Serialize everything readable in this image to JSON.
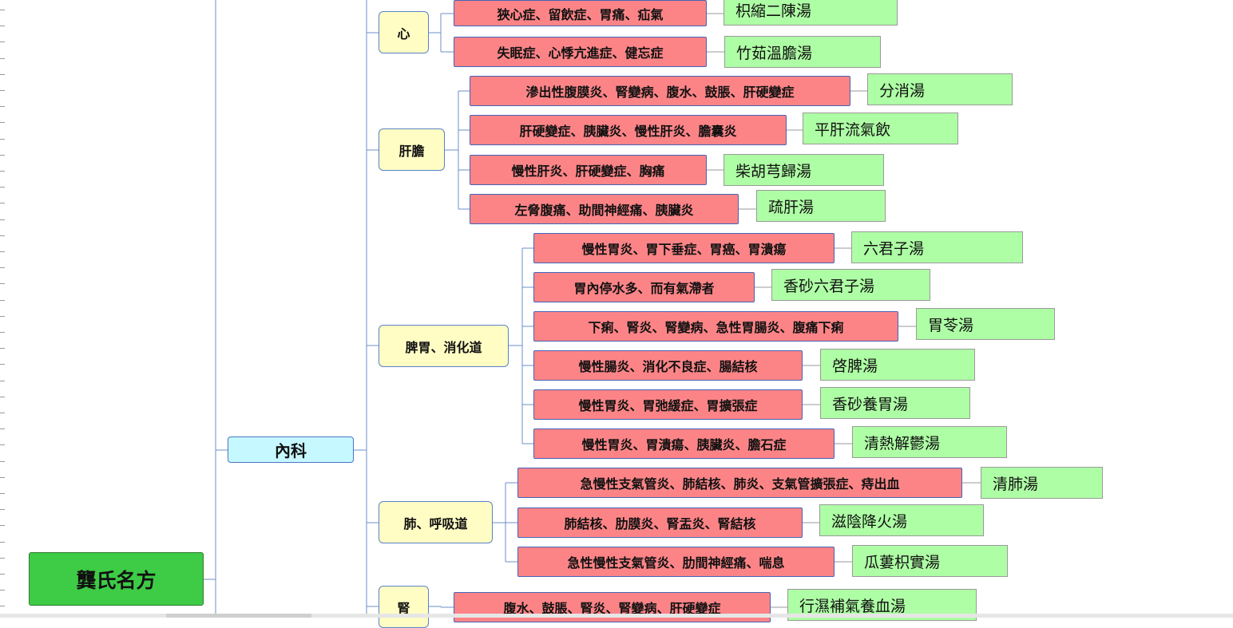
{
  "mindmap": {
    "root": "龔氏名方",
    "main": "內科",
    "categories": [
      {
        "name": "心",
        "items": [
          {
            "condition": "狹心症、留飲症、胃痛、疝氣",
            "formula": "枳縮二陳湯"
          },
          {
            "condition": "失眠症、心悸亢進症、健忘症",
            "formula": "竹茹溫膽湯"
          }
        ]
      },
      {
        "name": "肝膽",
        "items": [
          {
            "condition": "滲出性腹膜炎、腎變病、腹水、鼓脹、肝硬變症",
            "formula": "分消湯"
          },
          {
            "condition": "肝硬變症、胰臟炎、慢性肝炎、膽囊炎",
            "formula": "平肝流氣飲"
          },
          {
            "condition": "慢性肝炎、肝硬變症、胸痛",
            "formula": "柴胡芎歸湯"
          },
          {
            "condition": "左脅腹痛、助間神經痛、胰臟炎",
            "formula": "疏肝湯"
          }
        ]
      },
      {
        "name": "脾胃、消化道",
        "items": [
          {
            "condition": "慢性胃炎、胃下垂症、胃癌、胃潰瘍",
            "formula": "六君子湯"
          },
          {
            "condition": "胃內停水多、而有氣滯者",
            "formula": "香砂六君子湯"
          },
          {
            "condition": "下痢、腎炎、腎變病、急性胃腸炎、腹痛下痢",
            "formula": "胃苓湯"
          },
          {
            "condition": "慢性腸炎、消化不良症、腸結核",
            "formula": "啓脾湯"
          },
          {
            "condition": "慢性胃炎、胃弛緩症、胃擴張症",
            "formula": "香砂養胃湯"
          },
          {
            "condition": "慢性胃炎、胃潰瘍、胰臟炎、膽石症",
            "formula": "清熱解鬱湯"
          }
        ]
      },
      {
        "name": "肺、呼吸道",
        "items": [
          {
            "condition": "急慢性支氣管炎、肺結核、肺炎、支氣管擴張症、痔出血",
            "formula": "清肺湯"
          },
          {
            "condition": "肺結核、肋膜炎、腎盂炎、腎結核",
            "formula": "滋陰降火湯"
          },
          {
            "condition": "急性慢性支氣管炎、肋間神經痛、喘息",
            "formula": "瓜蔞枳實湯"
          }
        ]
      },
      {
        "name": "腎",
        "items": [
          {
            "condition": "腹水、鼓脹、腎炎、腎變病、肝硬變症",
            "formula": "行濕補氣養血湯"
          }
        ]
      }
    ]
  }
}
